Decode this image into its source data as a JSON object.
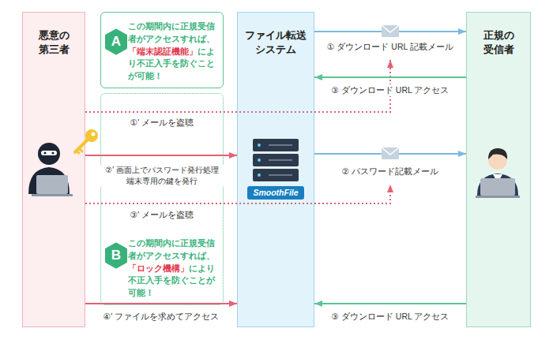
{
  "diagram": {
    "nodes": [
      {
        "text": [
          "悪意の 第三者"
        ]
      },
      {
        "text": [
          "ファイル転送 システム"
        ]
      },
      {
        "text": [
          "正規の 受信者"
        ]
      },
      {
        "text": [
          "この期間内に正規受信者がアクセスすれば、",
          "「端末認証機能」",
          "により不正入手を防ぐことが可能！"
        ]
      },
      {
        "text": [
          "A"
        ],
        "in": 3
      },
      {
        "text": [
          "この期間内に正規受信者がアクセスすれば、",
          "「ロック機構」",
          "により不正入手を防ぐことが可能！"
        ]
      },
      {
        "text": [
          "B"
        ],
        "in": 5
      }
    ],
    "edges": [
      {
        "from": 1,
        "to": 2,
        "arrow": "to",
        "label": "① ダウンロード URL 記載メール"
      },
      {
        "from": 2,
        "to": 1,
        "arrow": "to",
        "label": "③ ダウンロード URL アクセス"
      },
      {
        "from": 0,
        "to": 1,
        "arrow": "to",
        "label": "②' 画面上でパスワード発行処理 端末専用の鍵を発行"
      },
      {
        "from": 1,
        "to": 2,
        "arrow": "to",
        "label": "② パスワード記載メール"
      },
      {
        "from": 0,
        "to": 1,
        "arrow": "to",
        "label": "④' ファイルを求めてアクセス"
      },
      {
        "from": 2,
        "to": 1,
        "arrow": "to",
        "label": "③ ダウンロード URL アクセス"
      }
    ],
    "labels": [
      "①' メールを盗聴",
      "③' メールを盗聴",
      "SmoothFile"
    ]
  }
}
